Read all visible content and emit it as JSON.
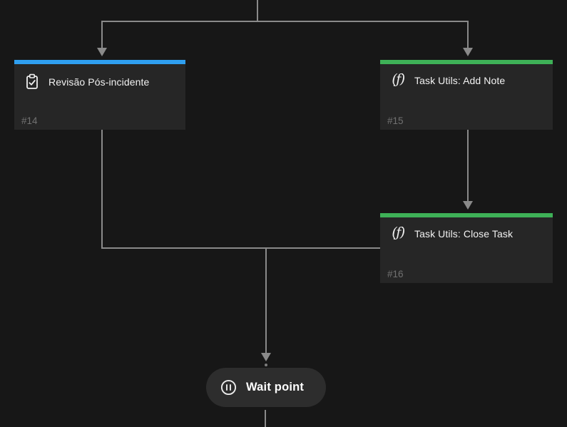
{
  "diagram": {
    "background_color": "#171717",
    "edge_color": "#8a8a8a",
    "nodes": [
      {
        "title": "Revisão Pós-incidente",
        "number": "#14",
        "accent_color": "#2f9ff0",
        "icon": "clipboard-check-icon"
      },
      {
        "title": "Task Utils: Add Note",
        "number": "#15",
        "accent_color": "#3eb157",
        "icon": "function-icon",
        "icon_glyph": "(ƒ)"
      },
      {
        "title": "Task Utils: Close Task",
        "number": "#16",
        "accent_color": "#3eb157",
        "icon": "function-icon",
        "icon_glyph": "(ƒ)"
      }
    ],
    "wait_point": {
      "label": "Wait point",
      "icon": "pause-icon"
    }
  }
}
